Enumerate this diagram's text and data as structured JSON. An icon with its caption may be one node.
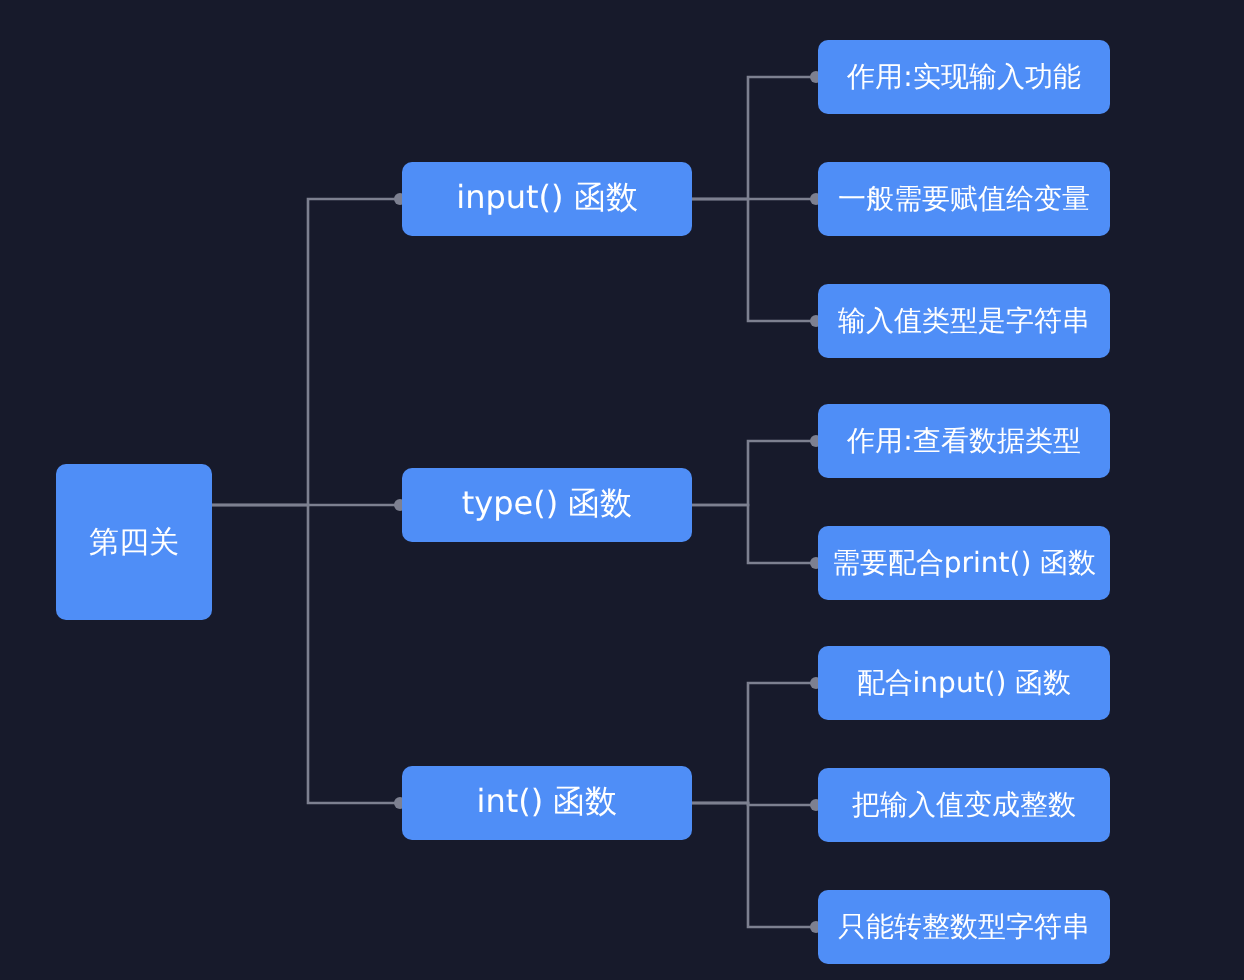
{
  "diagram": {
    "nodes": [
      {
        "text": [
          "第四关"
        ]
      },
      {
        "text": [
          "input() 函数"
        ]
      },
      {
        "text": [
          "作用:实现输入功能"
        ]
      },
      {
        "text": [
          "一般需要赋值给变量"
        ]
      },
      {
        "text": [
          "输入值类型是字符串"
        ]
      },
      {
        "text": [
          "type() 函数"
        ]
      },
      {
        "text": [
          "作用:查看数据类型"
        ]
      },
      {
        "text": [
          "需要配合print() 函数"
        ]
      },
      {
        "text": [
          "int() 函数"
        ]
      },
      {
        "text": [
          "配合input() 函数"
        ]
      },
      {
        "text": [
          "把输入值变成整数"
        ]
      },
      {
        "text": [
          "只能转整数型字符串"
        ]
      }
    ],
    "edges": [
      {
        "from": 0,
        "to": 1,
        "arrow": "other"
      },
      {
        "from": 0,
        "to": 5,
        "arrow": "other"
      },
      {
        "from": 0,
        "to": 8,
        "arrow": "other"
      },
      {
        "from": 1,
        "to": 2,
        "arrow": "other"
      },
      {
        "from": 1,
        "to": 3,
        "arrow": "other"
      },
      {
        "from": 1,
        "to": 4,
        "arrow": "other"
      },
      {
        "from": 5,
        "to": 6,
        "arrow": "other"
      },
      {
        "from": 5,
        "to": 7,
        "arrow": "other"
      },
      {
        "from": 8,
        "to": 9,
        "arrow": "other"
      },
      {
        "from": 8,
        "to": 10,
        "arrow": "other"
      },
      {
        "from": 8,
        "to": 11,
        "arrow": "other"
      }
    ]
  }
}
